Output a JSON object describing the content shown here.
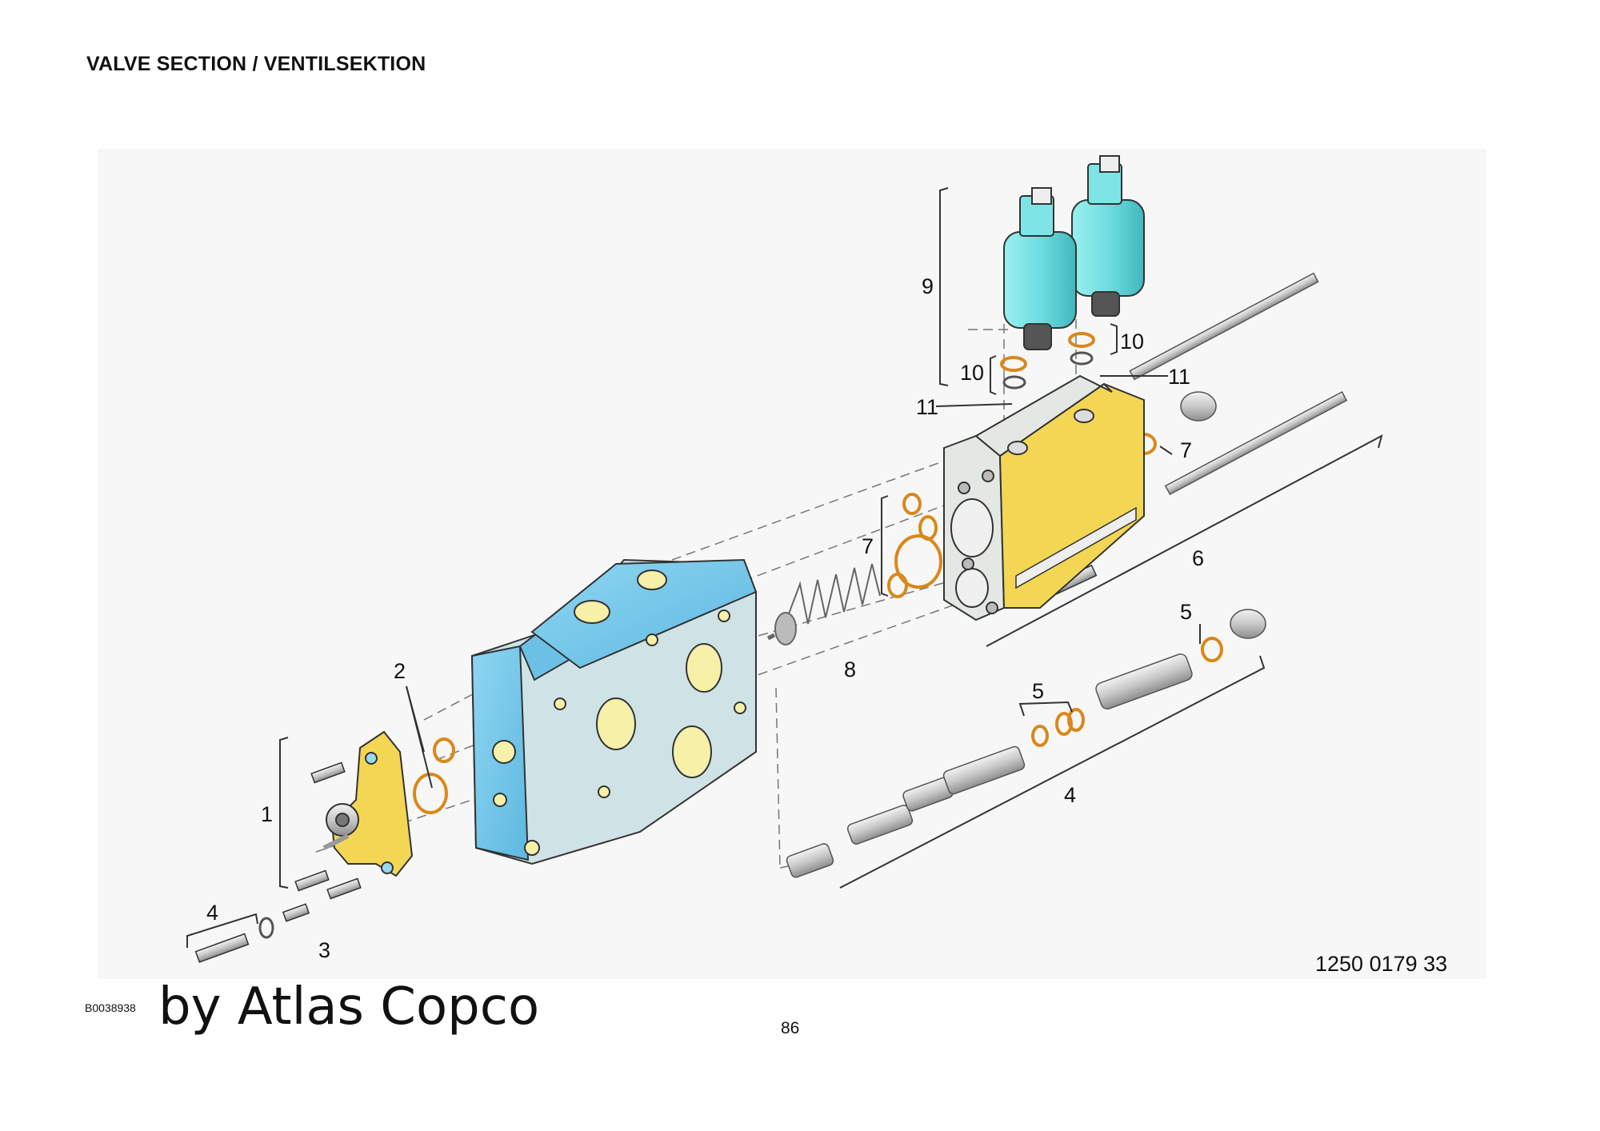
{
  "header": {
    "title": "VALVE SECTION / VENTILSEKTION"
  },
  "diagram": {
    "part_number": "1250 0179 33",
    "callouts": [
      {
        "id": "c1",
        "text": "1"
      },
      {
        "id": "c2",
        "text": "2"
      },
      {
        "id": "c3",
        "text": "3"
      },
      {
        "id": "c4a",
        "text": "4"
      },
      {
        "id": "c4b",
        "text": "4"
      },
      {
        "id": "c5a",
        "text": "5"
      },
      {
        "id": "c5b",
        "text": "5"
      },
      {
        "id": "c6",
        "text": "6"
      },
      {
        "id": "c7a",
        "text": "7"
      },
      {
        "id": "c7b",
        "text": "7"
      },
      {
        "id": "c8",
        "text": "8"
      },
      {
        "id": "c9",
        "text": "9"
      },
      {
        "id": "c10a",
        "text": "10"
      },
      {
        "id": "c10b",
        "text": "10"
      },
      {
        "id": "c11a",
        "text": "11"
      },
      {
        "id": "c11b",
        "text": "11"
      }
    ],
    "colors": {
      "valve_block": "#7ecbea",
      "cover": "#f3d654",
      "solenoid": "#6fdde0",
      "seal": "#d9881a",
      "metal": "#d4d4d4"
    }
  },
  "footer": {
    "code": "B0038938",
    "brand": "by Atlas Copco",
    "page": "86"
  }
}
